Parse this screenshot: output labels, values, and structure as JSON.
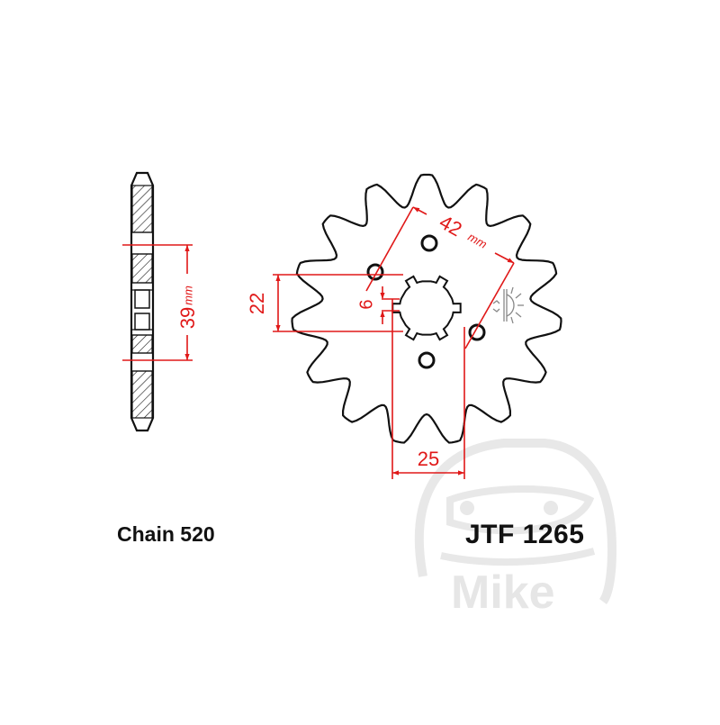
{
  "diagram": {
    "title": "Front sprocket technical drawing",
    "teeth": 15,
    "chain_label": "Chain 520",
    "part_number": "JTF 1265",
    "watermark": "Mike",
    "dimensions": {
      "side_view_diameter": {
        "value": "39",
        "unit": "mm"
      },
      "bolt_circle": {
        "value": "42",
        "unit": "mm"
      },
      "bore_height": {
        "value": "22"
      },
      "bolt_offset": {
        "value": "6"
      },
      "bore_width": {
        "value": "25"
      }
    },
    "colors": {
      "outline": "#111111",
      "dimension": "#e01818",
      "watermark": "#e6e6e6",
      "icon": "#888888"
    },
    "icons": {
      "direction_indicator": "sun-direction-icon"
    }
  }
}
